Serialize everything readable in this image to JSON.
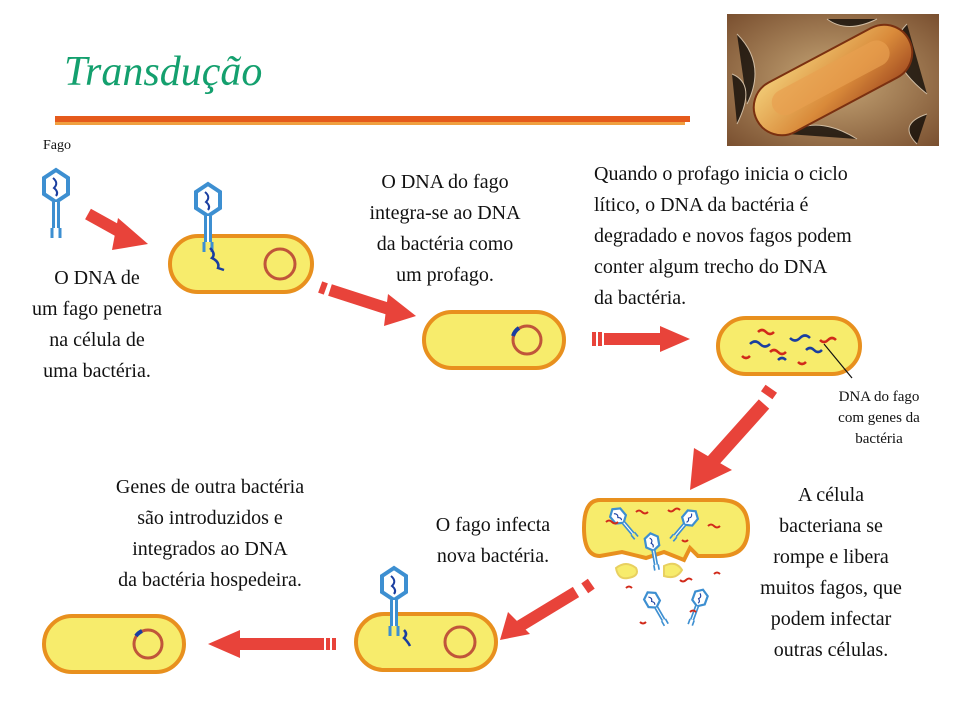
{
  "title": "Transdução",
  "labels": {
    "fago": "Fago",
    "step1": [
      "O DNA de",
      "um fago penetra",
      "na célula de",
      "uma bactéria."
    ],
    "step2": [
      "O DNA do fago",
      "integra-se ao DNA",
      "da bactéria como",
      "um profago."
    ],
    "step3": [
      "Quando o profago inicia o ciclo",
      "lítico, o DNA da bactéria é",
      "degradado e novos fagos podem",
      "conter algum trecho do DNA",
      "da bactéria."
    ],
    "dna_fago_note": [
      "DNA do fago",
      "com genes da",
      "bactéria"
    ],
    "step4": [
      "A célula",
      "bacteriana se",
      "rompe e libera",
      "muitos fagos, que",
      "podem infectar",
      "outras células."
    ],
    "step5": [
      "O fago infecta",
      "nova bactéria."
    ],
    "step6": [
      "Genes de outra bactéria",
      "são introduzidos e",
      "integrados ao DNA",
      "da bactéria hospedeira."
    ]
  },
  "colors": {
    "title": "#14a06e",
    "cell_fill": "#f7ec6c",
    "cell_stroke": "#e8901e",
    "plasmid": "#c0553a",
    "dna_blue": "#1a3ea0",
    "dna_red": "#d12a1a",
    "arrow": "#e8433a",
    "phage": "#3d8fd1"
  }
}
